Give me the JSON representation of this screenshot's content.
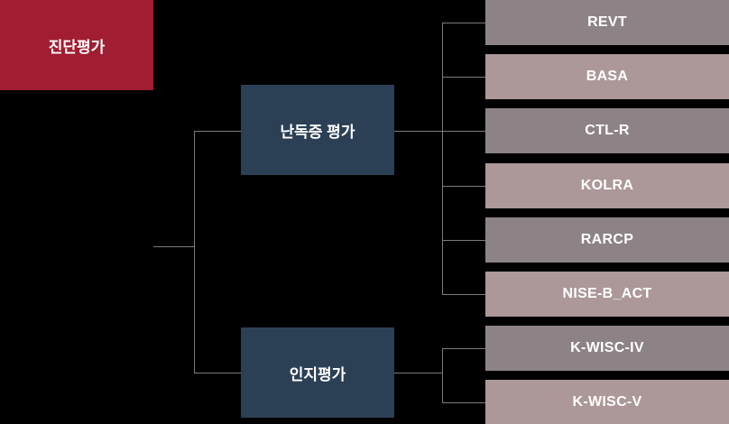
{
  "diagram": {
    "root": {
      "label": "진단평가"
    },
    "branches": [
      {
        "label": "난독증 평가"
      },
      {
        "label": "인지평가"
      }
    ],
    "leaves": [
      {
        "label": "REVT",
        "color": "#8D8386",
        "parent": "난독증 평가"
      },
      {
        "label": "BASA",
        "color": "#AC9899",
        "parent": "난독증 평가"
      },
      {
        "label": "CTL-R",
        "color": "#8D8386",
        "parent": "난독증 평가"
      },
      {
        "label": "KOLRA",
        "color": "#AC9899",
        "parent": "난독증 평가"
      },
      {
        "label": "RARCP",
        "color": "#8D8386",
        "parent": "난독증 평가"
      },
      {
        "label": "NISE-B_ACT",
        "color": "#AC9899",
        "parent": "난독증 평가"
      },
      {
        "label": "K-WISC-IV",
        "color": "#8D8386",
        "parent": "인지평가"
      },
      {
        "label": "K-WISC-V",
        "color": "#AC9899",
        "parent": "인지평가"
      }
    ],
    "colors": {
      "background": "#000000",
      "root_box": "#A11D32",
      "branch_box": "#2B4055",
      "leaf_gray": "#8D8386",
      "leaf_mauve": "#AC9899",
      "connector": "#7B7B7B",
      "text": "#FFFFFF"
    }
  }
}
